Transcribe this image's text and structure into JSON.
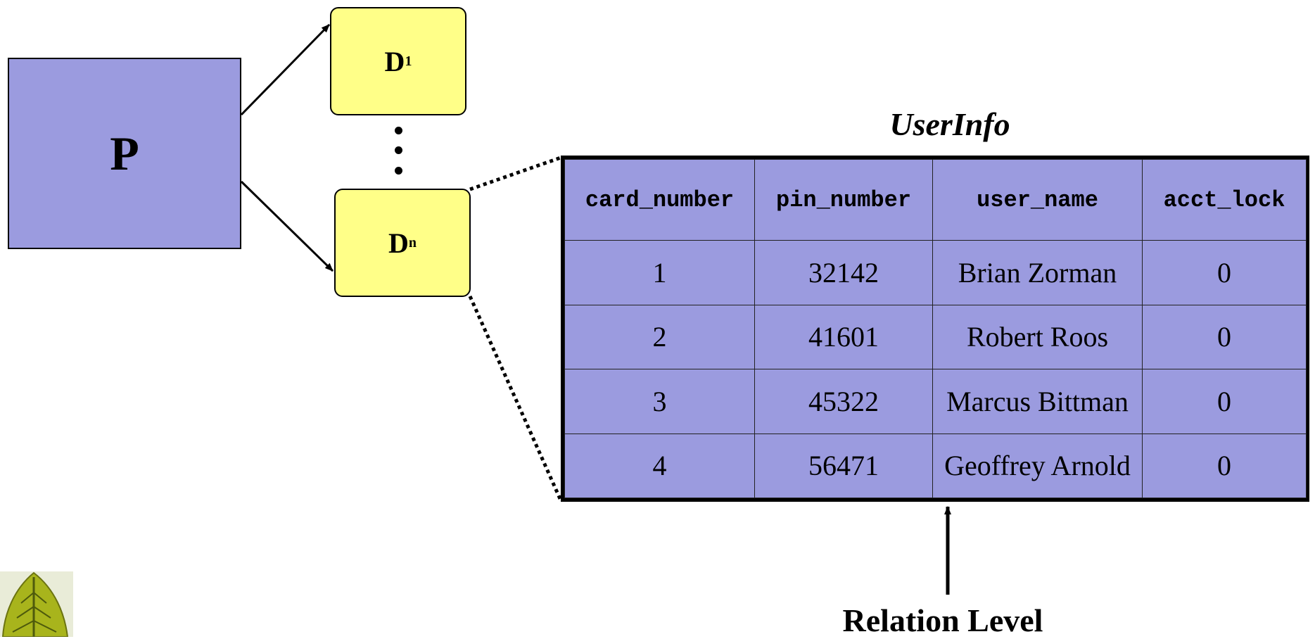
{
  "parent_box": {
    "label": "P"
  },
  "child_boxes": [
    {
      "label": "D",
      "subscript": "1"
    },
    {
      "label": "D",
      "subscript": "n"
    }
  ],
  "relation_table": {
    "title": "UserInfo",
    "columns": [
      "card_number",
      "pin_number",
      "user_name",
      "acct_lock"
    ],
    "rows": [
      [
        "1",
        "32142",
        "Brian Zorman",
        "0"
      ],
      [
        "2",
        "41601",
        "Robert Roos",
        "0"
      ],
      [
        "3",
        "45322",
        "Marcus Bittman",
        "0"
      ],
      [
        "4",
        "56471",
        "Geoffrey Arnold",
        "0"
      ]
    ]
  },
  "annotation": {
    "label": "Relation Level"
  },
  "colors": {
    "table_fill": "#9b9bdf",
    "child_fill": "#ffff88",
    "parent_fill": "#9b9bdf"
  }
}
